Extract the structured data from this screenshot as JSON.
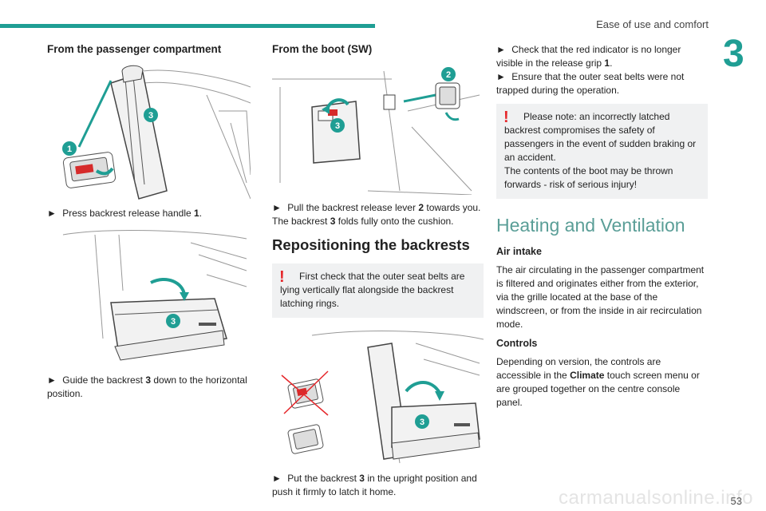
{
  "header": {
    "title": "Ease of use and comfort",
    "chapter": "3",
    "page": "53"
  },
  "watermark": "carmanualsonline.info",
  "col1": {
    "title": "From the passenger compartment",
    "step1": {
      "arrow": "►",
      "text": "Press backrest release handle",
      "ref": "1",
      "end": "."
    },
    "step2": {
      "arrow": "►",
      "text_a": "Guide the backrest",
      "ref": "3",
      "text_b": "down to the horizontal position."
    }
  },
  "col2": {
    "title": "From the boot (SW)",
    "step1": {
      "arrow": "►",
      "text_a": "Pull the backrest release lever",
      "ref_a": "2",
      "text_b": "towards you. The backrest",
      "ref_b": "3",
      "text_c": "folds fully onto the cushion."
    },
    "section": "Repositioning the backrests",
    "warning": "First check that the outer seat belts are lying vertically flat alongside the backrest latching rings.",
    "step2": {
      "arrow": "►",
      "text_a": "Put the backrest",
      "ref": "3",
      "text_b": "in the upright position and push it firmly to latch it home."
    }
  },
  "col3": {
    "step1": {
      "arrow": "►",
      "text": "Check that the red indicator is no longer visible in the release grip",
      "ref": "1",
      "end": "."
    },
    "step2": {
      "arrow": "►",
      "text": "Ensure that the outer seat belts were not trapped during the operation."
    },
    "warning_p1": "Please note: an incorrectly latched backrest compromises the safety of passengers in the event of sudden braking or an accident.",
    "warning_p2": "The contents of the boot may be thrown forwards - risk of serious injury!",
    "section": "Heating and Ventilation",
    "air_title": "Air intake",
    "air_text": "The air circulating in the passenger compartment is filtered and originates either from the exterior, via the grille located at the base of the windscreen, or from the inside in air recirculation mode.",
    "controls_title": "Controls",
    "controls_a": "Depending on version, the controls are accessible in the",
    "controls_bold": "Climate",
    "controls_b": "touch screen menu or are grouped together on the centre console panel."
  },
  "badges": {
    "b1": "1",
    "b2": "2",
    "b3": "3"
  }
}
